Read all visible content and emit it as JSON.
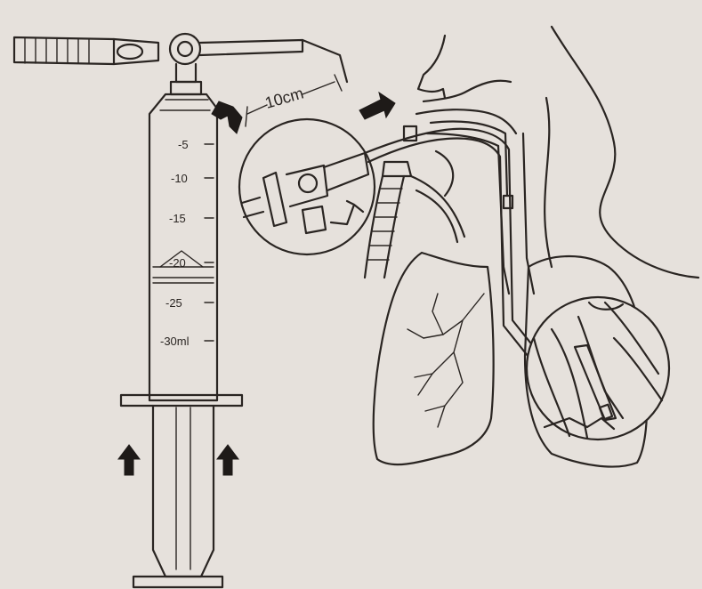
{
  "syringe": {
    "scale_labels": [
      "-5",
      "-10",
      "-15",
      "-20",
      "-25",
      "-30ml"
    ]
  },
  "measurement": {
    "label": "10cm"
  },
  "icons": {
    "stopcock": "three-way-stopcock-icon",
    "arrow": "filled-arrow-icon",
    "lungs": "lungs-outline-icon"
  },
  "colors": {
    "background": "#e6e1dc",
    "ink": "#2a2522"
  }
}
